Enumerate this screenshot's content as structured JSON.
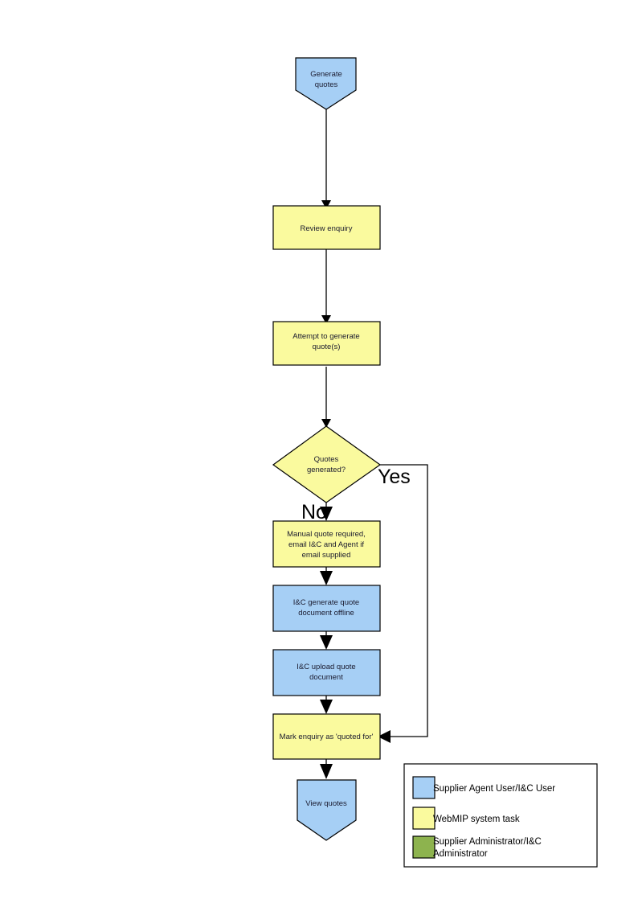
{
  "diagram": {
    "type": "flowchart",
    "orientation": "top-to-bottom",
    "colors": {
      "user_task_fill": "#A6CFF5",
      "system_task_fill": "#FAFA9E",
      "admin_task_fill": "#8DB34E",
      "outline": "#000000",
      "connector": "#000000",
      "canvas": "#FFFFFF"
    },
    "nodes": [
      {
        "id": "generate-quotes",
        "shape": "pentagon-down",
        "role": "user_task",
        "fill": "#A6CFF5",
        "lines": [
          "Generate",
          "quotes"
        ]
      },
      {
        "id": "review-enquiry",
        "shape": "rectangle",
        "role": "system_task",
        "fill": "#FAFA9E",
        "lines": [
          "Review enquiry"
        ]
      },
      {
        "id": "attempt-to-generate-quotes",
        "shape": "rectangle",
        "role": "system_task",
        "fill": "#FAFA9E",
        "lines": [
          "Attempt to generate",
          "quote(s)"
        ]
      },
      {
        "id": "quotes-generated-decision",
        "shape": "diamond",
        "role": "system_task",
        "fill": "#FAFA9E",
        "lines": [
          "Quotes",
          "generated?"
        ]
      },
      {
        "id": "manual-quote-required",
        "shape": "rectangle",
        "role": "system_task",
        "fill": "#FAFA9E",
        "lines": [
          "Manual quote required,",
          "email I&C and Agent if",
          "email supplied"
        ]
      },
      {
        "id": "ic-generate-quote-document-offline",
        "shape": "rectangle",
        "role": "user_task",
        "fill": "#A6CFF5",
        "lines": [
          "I&C generate quote",
          "document offline"
        ]
      },
      {
        "id": "ic-upload-quote-document",
        "shape": "rectangle",
        "role": "user_task",
        "fill": "#A6CFF5",
        "lines": [
          "I&C upload quote",
          "document"
        ]
      },
      {
        "id": "mark-enquiry-as-quoted-for",
        "shape": "rectangle",
        "role": "system_task",
        "fill": "#FAFA9E",
        "lines": [
          "Mark enquiry as 'quoted for'"
        ]
      },
      {
        "id": "view-quotes",
        "shape": "pentagon-down",
        "role": "user_task",
        "fill": "#A6CFF5",
        "lines": [
          "View quotes"
        ]
      }
    ],
    "branch_labels": {
      "yes": "Yes",
      "no": "No"
    }
  },
  "legend": {
    "items": [
      {
        "color": "#A6CFF5",
        "label": "Supplier Agent User/I&C User"
      },
      {
        "color": "#FAFA9E",
        "label": "WebMIP system task"
      },
      {
        "color": "#8DB34E",
        "label": "Supplier Administrator/I&C Administrator"
      }
    ],
    "item_3_line_1": "Supplier Administrator/I&C",
    "item_3_line_2": "Administrator"
  }
}
